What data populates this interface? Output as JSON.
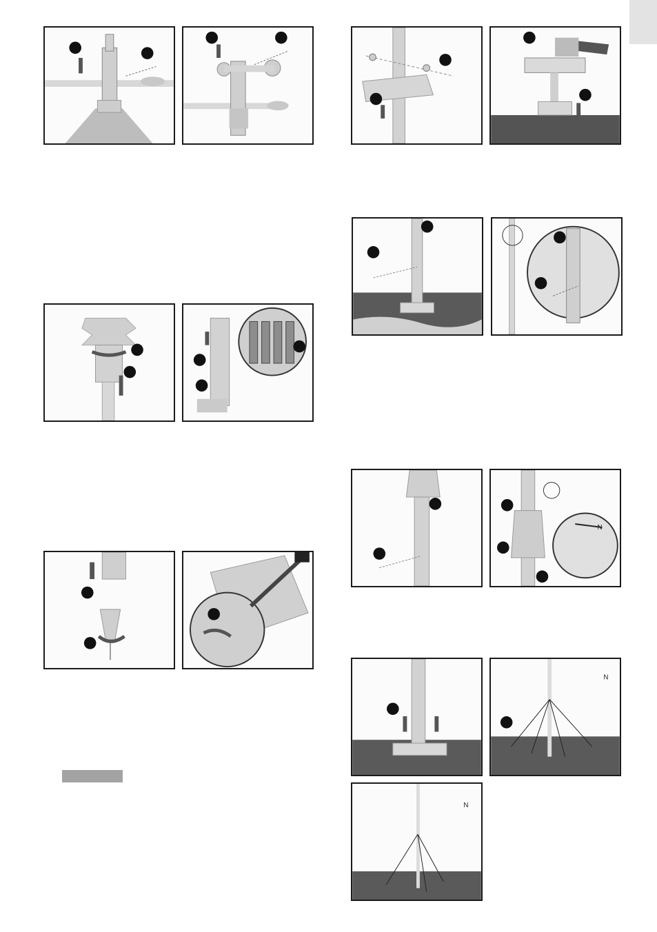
{
  "page": {
    "corner_tab_color": "#e3e3e3",
    "label_box_color": "#a3a3a3"
  },
  "figures": [
    {
      "id": "wind-vane-mount",
      "step_markers": 2,
      "icons": [
        "arrow-down-icon",
        "screw-icon"
      ]
    },
    {
      "id": "anemometer-mount",
      "step_markers": 2,
      "icons": [
        "arrow-down-icon",
        "screw-icon"
      ]
    },
    {
      "id": "housing-twist-off",
      "step_markers": 2,
      "icons": [
        "rotate-arrow-icon",
        "arrow-down-icon"
      ]
    },
    {
      "id": "battery-insert",
      "step_markers": 3,
      "icons": [
        "battery-icon",
        "rotate-arrow-icon"
      ],
      "battery_polarity": [
        "+",
        "-",
        "+",
        "-"
      ]
    },
    {
      "id": "rain-gauge-cap",
      "step_markers": 2,
      "icons": [
        "arrow-up-icon",
        "rotate-arrow-icon"
      ]
    },
    {
      "id": "base-screwdriver",
      "step_markers": 1,
      "icons": [
        "screwdriver-icon",
        "rotate-arrow-icon"
      ]
    },
    {
      "id": "mast-base-bolt",
      "step_markers": 2,
      "icons": [
        "washer-icon",
        "bolt-icon"
      ]
    },
    {
      "id": "mast-hammer",
      "step_markers": 2,
      "icons": [
        "hammer-icon"
      ]
    },
    {
      "id": "mast-extension",
      "step_markers": 2,
      "icons": [
        "bolt-icon"
      ]
    },
    {
      "id": "mast-extension-detail",
      "step_markers": 2,
      "icons": [
        "magnify-icon",
        "bolt-icon"
      ]
    },
    {
      "id": "sensor-mount",
      "step_markers": 2,
      "icons": [
        "bolt-icon"
      ]
    },
    {
      "id": "sensor-orientation",
      "step_markers": 3,
      "icons": [
        "north-arrow-icon",
        "magnify-icon"
      ],
      "compass_letter": "N"
    },
    {
      "id": "base-clamps",
      "step_markers": 1,
      "icons": [
        "clamp-icon"
      ]
    },
    {
      "id": "guy-wires",
      "step_markers": 1,
      "icons": [
        "peg-icon"
      ],
      "compass_letter": "N"
    },
    {
      "id": "final-assembly",
      "step_markers": 0,
      "icons": [
        "north-arrow-icon"
      ],
      "compass_letter": "N"
    }
  ]
}
